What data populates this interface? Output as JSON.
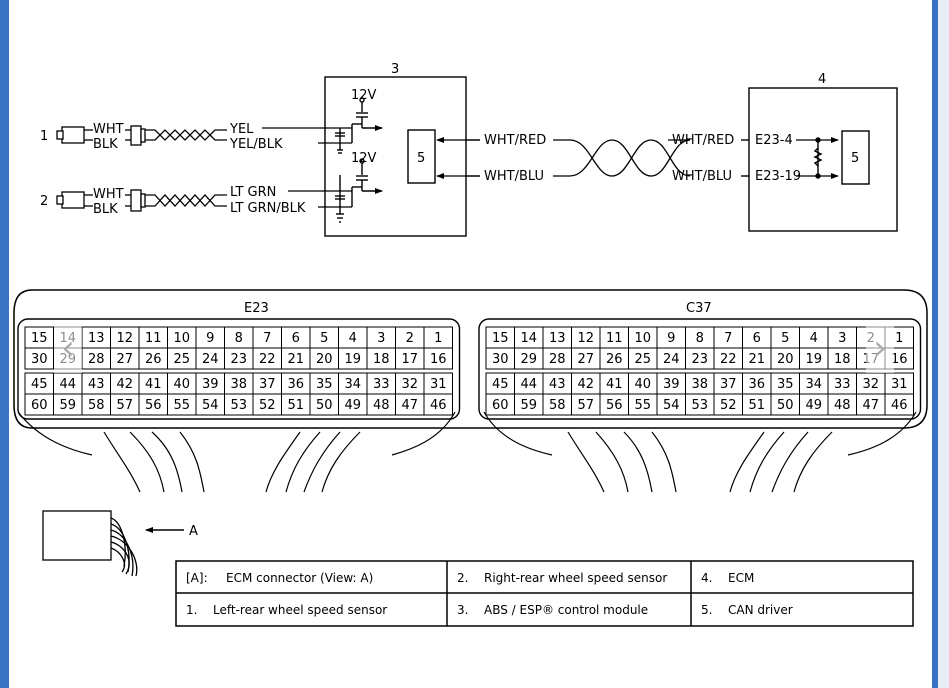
{
  "circuit": {
    "sensor1_num": "1",
    "sensor2_num": "2",
    "s1_wire1": "WHT",
    "s1_wire2": "BLK",
    "s2_wire1": "WHT",
    "s2_wire2": "BLK",
    "s1_out1": "YEL",
    "s1_out2": "YEL/BLK",
    "s2_out1": "LT GRN",
    "s2_out2": "LT GRN/BLK",
    "abs_num": "3",
    "v12_a": "12V",
    "v12_b": "12V",
    "abs_inner": "5",
    "can_hi_left": "WHT/RED",
    "can_lo_left": "WHT/BLU",
    "can_hi_right": "WHT/RED",
    "can_lo_right": "WHT/BLU",
    "ecm_num": "4",
    "ecm_pin_hi": "E23-4",
    "ecm_pin_lo": "E23-19",
    "ecm_inner": "5"
  },
  "connectors": [
    {
      "name": "E23",
      "rows": [
        [
          "15",
          "14",
          "13",
          "12",
          "11",
          "10",
          "9",
          "8",
          "7",
          "6",
          "5",
          "4",
          "3",
          "2",
          "1"
        ],
        [
          "30",
          "29",
          "28",
          "27",
          "26",
          "25",
          "24",
          "23",
          "22",
          "21",
          "20",
          "19",
          "18",
          "17",
          "16"
        ],
        [
          "45",
          "44",
          "43",
          "42",
          "41",
          "40",
          "39",
          "38",
          "37",
          "36",
          "35",
          "34",
          "33",
          "32",
          "31"
        ],
        [
          "60",
          "59",
          "58",
          "57",
          "56",
          "55",
          "54",
          "53",
          "52",
          "51",
          "50",
          "49",
          "48",
          "47",
          "46"
        ]
      ]
    },
    {
      "name": "C37",
      "rows": [
        [
          "15",
          "14",
          "13",
          "12",
          "11",
          "10",
          "9",
          "8",
          "7",
          "6",
          "5",
          "4",
          "3",
          "2",
          "1"
        ],
        [
          "30",
          "29",
          "28",
          "27",
          "26",
          "25",
          "24",
          "23",
          "22",
          "21",
          "20",
          "19",
          "18",
          "17",
          "16"
        ],
        [
          "45",
          "44",
          "43",
          "42",
          "41",
          "40",
          "39",
          "38",
          "37",
          "36",
          "35",
          "34",
          "33",
          "32",
          "31"
        ],
        [
          "60",
          "59",
          "58",
          "57",
          "56",
          "55",
          "54",
          "53",
          "52",
          "51",
          "50",
          "49",
          "48",
          "47",
          "46"
        ]
      ]
    }
  ],
  "view_label": "A",
  "legend": [
    [
      {
        "num": "[A]:",
        "text": "ECM connector (View: A)"
      },
      {
        "num": "2.",
        "text": "Right-rear wheel speed sensor"
      },
      {
        "num": "4.",
        "text": "ECM"
      }
    ],
    [
      {
        "num": "1.",
        "text": "Left-rear wheel speed sensor"
      },
      {
        "num": "3.",
        "text": "ABS / ESP® control module"
      },
      {
        "num": "5.",
        "text": "CAN driver"
      }
    ]
  ],
  "nav": {
    "prev_icon": "‹",
    "next_icon": "›"
  },
  "colors": {
    "frame": "#3a73c4",
    "line": "#000000"
  }
}
